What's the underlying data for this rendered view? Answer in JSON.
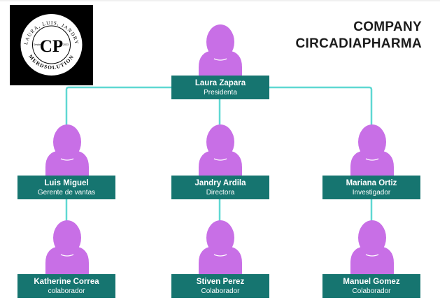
{
  "logo": {
    "top_arc_text": "LAURA, LUIS, JANDRY",
    "monogram": "CP",
    "since_left": "Desde",
    "since_right": "2023",
    "bottom_arc_text": "MERDSOLUTION"
  },
  "company": {
    "line1": "COMPANY",
    "line2": "CIRCADIAPHARMA"
  },
  "colors": {
    "box": "#167570",
    "person": "#c86fe6",
    "connector": "#5fd8d2"
  },
  "people": {
    "laura": {
      "name": "Laura Zapara",
      "role": "Presidenta"
    },
    "luis": {
      "name": "Luis Miguel",
      "role": "Gerente de vantas"
    },
    "jandry": {
      "name": "Jandry Ardila",
      "role": "Directora"
    },
    "mariana": {
      "name": "Mariana Ortiz",
      "role": "Investigador"
    },
    "katherine": {
      "name": "Katherine Correa",
      "role": "colaborador"
    },
    "stiven": {
      "name": "Stiven Perez",
      "role": "Colaborador"
    },
    "manuel": {
      "name": "Manuel Gomez",
      "role": "Colaborador"
    }
  }
}
